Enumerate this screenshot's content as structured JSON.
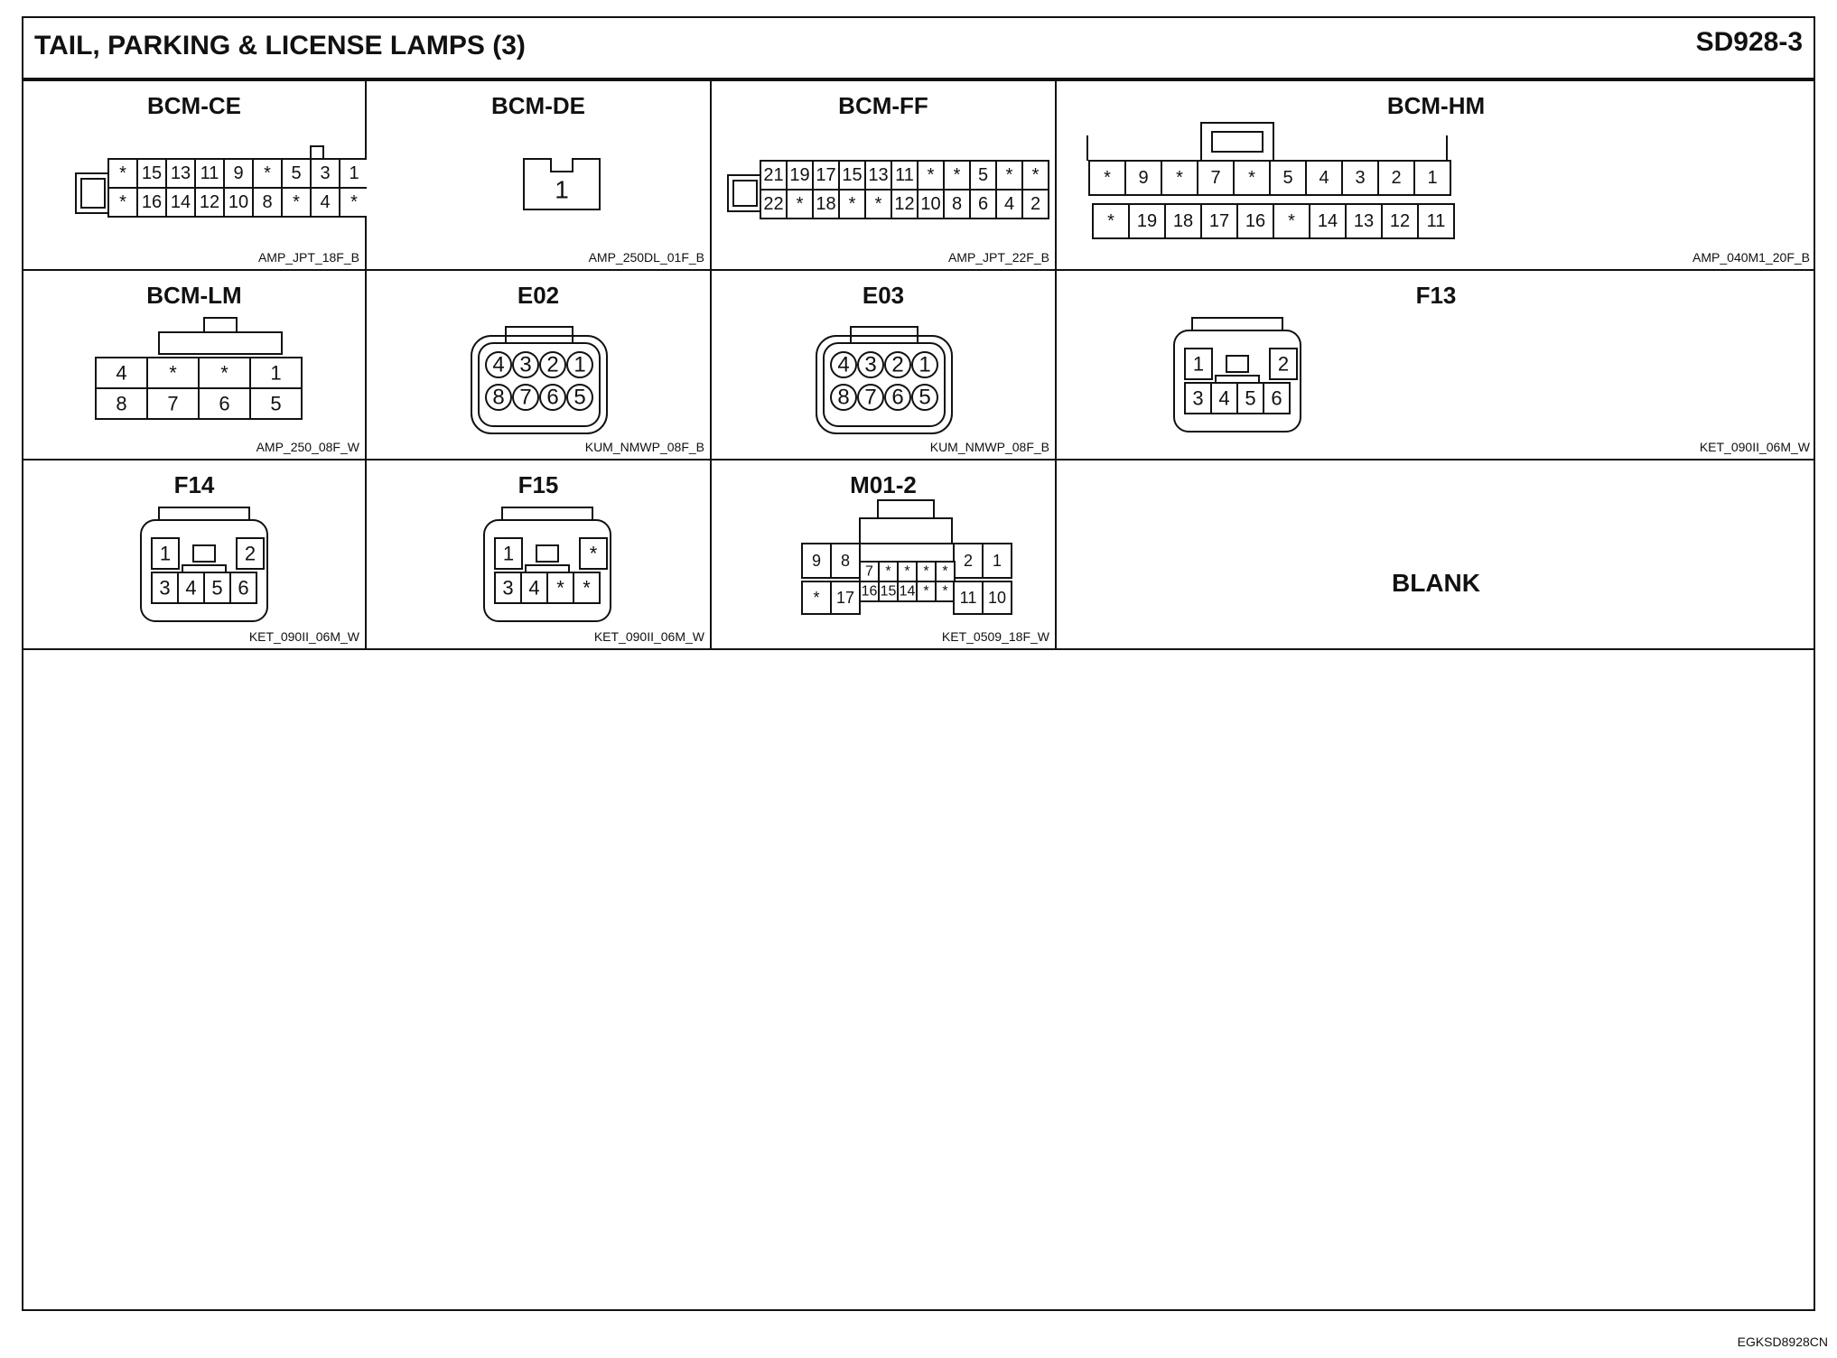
{
  "page": {
    "title": "TAIL, PARKING & LICENSE LAMPS (3)",
    "code": "SD928-3",
    "footer": "EGKSD8928CN"
  },
  "connectors": [
    {
      "name": "BCM-CE",
      "code": "AMP_JPT_18F_B",
      "pins": [
        [
          "*",
          "15",
          "13",
          "11",
          "9",
          "*",
          "5",
          "3",
          "1"
        ],
        [
          "*",
          "16",
          "14",
          "12",
          "10",
          "8",
          "*",
          "4",
          "*"
        ]
      ]
    },
    {
      "name": "BCM-DE",
      "code": "AMP_250DL_01F_B",
      "pins": [
        [
          "1"
        ]
      ]
    },
    {
      "name": "BCM-FF",
      "code": "AMP_JPT_22F_B",
      "pins": [
        [
          "21",
          "19",
          "17",
          "15",
          "13",
          "11",
          "*",
          "*",
          "5",
          "*",
          "*"
        ],
        [
          "22",
          "*",
          "18",
          "*",
          "*",
          "12",
          "10",
          "8",
          "6",
          "4",
          "2"
        ]
      ]
    },
    {
      "name": "BCM-HM",
      "code": "AMP_040M1_20F_B",
      "pins": [
        [
          "*",
          "9",
          "*",
          "7",
          "*",
          "5",
          "4",
          "3",
          "2",
          "1"
        ],
        [
          "*",
          "19",
          "18",
          "17",
          "16",
          "*",
          "14",
          "13",
          "12",
          "11"
        ]
      ]
    },
    {
      "name": "BCM-LM",
      "code": "AMP_250_08F_W",
      "pins": [
        [
          "4",
          "*",
          "*",
          "1"
        ],
        [
          "8",
          "7",
          "6",
          "5"
        ]
      ]
    },
    {
      "name": "E02",
      "code": "KUM_NMWP_08F_B",
      "pins": [
        [
          "4",
          "3",
          "2",
          "1"
        ],
        [
          "8",
          "7",
          "6",
          "5"
        ]
      ]
    },
    {
      "name": "E03",
      "code": "KUM_NMWP_08F_B",
      "pins": [
        [
          "4",
          "3",
          "2",
          "1"
        ],
        [
          "8",
          "7",
          "6",
          "5"
        ]
      ]
    },
    {
      "name": "F13",
      "code": "KET_090II_06M_W",
      "pins": [
        [
          "1",
          "2"
        ],
        [
          "3",
          "4",
          "5",
          "6"
        ]
      ]
    },
    {
      "name": "F14",
      "code": "KET_090II_06M_W",
      "pins": [
        [
          "1",
          "2"
        ],
        [
          "3",
          "4",
          "5",
          "6"
        ]
      ]
    },
    {
      "name": "F15",
      "code": "KET_090II_06M_W",
      "pins": [
        [
          "1",
          "*"
        ],
        [
          "3",
          "4",
          "*",
          "*"
        ]
      ]
    },
    {
      "name": "M01-2",
      "code": "KET_0509_18F_W",
      "pins": [
        [
          "9",
          "8",
          "2",
          "1"
        ],
        [
          "7",
          "*",
          "*",
          "*",
          "*"
        ],
        [
          "*",
          "17",
          "16",
          "15",
          "14",
          "*",
          "*",
          "11",
          "10"
        ]
      ]
    },
    {
      "name": "BLANK",
      "code": "",
      "pins": []
    }
  ]
}
